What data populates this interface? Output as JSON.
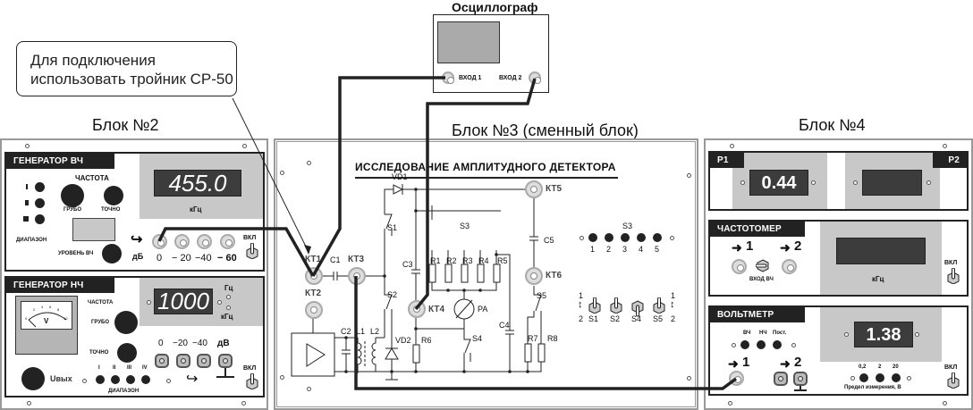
{
  "callout": {
    "line1": "Для подключения",
    "line2": "использовать тройник СР-50"
  },
  "oscilloscope": {
    "title": "Осциллограф",
    "input1": "ВХОД 1",
    "input2": "ВХОД 2"
  },
  "block2": {
    "title": "Блок №2",
    "hf_generator": {
      "title": "ГЕНЕРАТОР ВЧ",
      "frequency_label": "ЧАСТОТА",
      "coarse_label": "ГРУБО",
      "fine_label": "ТОЧНО",
      "range_label": "ДИАПАЗОН",
      "range_marks": [
        "I",
        "II",
        "III"
      ],
      "level_label": "УРОВЕНЬ ВЧ",
      "display_value": "455.0",
      "display_unit": "кГц",
      "db_label": "дБ",
      "attenuator_outputs": [
        "0",
        "− 20",
        "−40",
        "− 60"
      ],
      "power_label": "ВКЛ"
    },
    "lf_generator": {
      "title": "ГЕНЕРАТОР НЧ",
      "frequency_label": "ЧАСТОТА",
      "coarse_label": "ГРУБО",
      "fine_label": "ТОЧНО",
      "meter_unit": "V",
      "meter_scale": [
        "0",
        "2",
        "4",
        "6",
        "8",
        "10"
      ],
      "display_value": "1000",
      "unit_hz": "Гц",
      "unit_khz": "кГц",
      "output_levels": [
        "0",
        "−20",
        "−40",
        "дВ"
      ],
      "uout_label": "Uвых",
      "range_label": "ДИАПАЗОН",
      "range_marks": [
        "I",
        "II",
        "III",
        "IV"
      ],
      "power_label": "ВКЛ"
    }
  },
  "block3": {
    "title": "Блок №3 (сменный блок)",
    "heading": "ИССЛЕДОВАНИЕ  АМПЛИТУДНОГО ДЕТЕКТОРА",
    "test_points": [
      "КТ1",
      "КТ2",
      "КТ3",
      "КТ4",
      "КТ5",
      "КТ6"
    ],
    "components": [
      "C1",
      "C2",
      "C3",
      "C4",
      "C5",
      "L1",
      "L2",
      "VD1",
      "VD2",
      "R1",
      "R2",
      "R3",
      "R4",
      "R5",
      "R6",
      "R7",
      "R8",
      "S1",
      "S2",
      "S3",
      "S4",
      "S5",
      "PA"
    ],
    "s3_label": "S3",
    "s3_positions": [
      "1",
      "2",
      "3",
      "4",
      "5"
    ],
    "switches": [
      "S1",
      "S2",
      "S4",
      "S5"
    ],
    "switch_pos_top": "1",
    "switch_pos_bottom": "2"
  },
  "block4": {
    "title": "Блок №4",
    "p1_label": "P1",
    "p2_label": "P2",
    "p1_value": "0.44",
    "p2_value": "",
    "freq_meter": {
      "title": "ЧАСТОТОМЕР",
      "input1": "1",
      "input2": "2",
      "hf_input_label": "ВХОД ВЧ",
      "unit": "кГц",
      "value": "",
      "power_label": "ВКЛ"
    },
    "voltmeter": {
      "title": "ВОЛЬТМЕТР",
      "modes": [
        "ВЧ",
        "НЧ",
        "Пост."
      ],
      "input1": "1",
      "input2": "2",
      "value": "1.38",
      "ranges": [
        "0,2",
        "2",
        "20"
      ],
      "range_label": "Предел измерения, В",
      "power_label": "ВКЛ"
    }
  }
}
